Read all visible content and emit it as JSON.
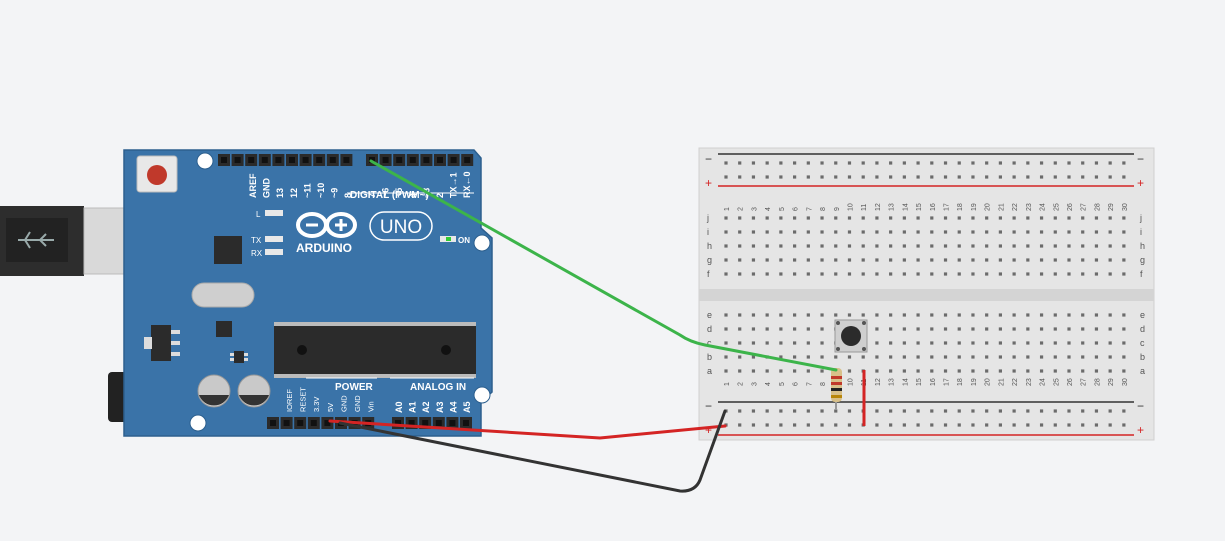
{
  "canvas": {
    "background": "#f3f4f6"
  },
  "arduino": {
    "brand": "ARDUINO",
    "model": "UNO",
    "digital_label": "DIGITAL (PWM~)",
    "digital_pins": [
      "AREF",
      "GND",
      "13",
      "12",
      "~11",
      "~10",
      "~9",
      "8",
      "7",
      "~6",
      "~5",
      "4",
      "~3",
      "2",
      "TX→1",
      "RX←0"
    ],
    "led_labels": {
      "l": "L",
      "tx": "TX",
      "rx": "RX",
      "on": "ON"
    },
    "power_label": "POWER",
    "power_pins": [
      "IOREF",
      "RESET",
      "3.3V",
      "5V",
      "GND",
      "GND",
      "Vin"
    ],
    "analog_label": "ANALOG IN",
    "analog_pins": [
      "A0",
      "A1",
      "A2",
      "A3",
      "A4",
      "A5"
    ],
    "board_color": "#3a73a8"
  },
  "breadboard": {
    "minus_sign": "−",
    "plus_sign": "+",
    "top_rows": [
      "j",
      "i",
      "h",
      "g",
      "f"
    ],
    "bottom_rows": [
      "e",
      "d",
      "c",
      "b",
      "a"
    ],
    "columns": [
      "1",
      "2",
      "3",
      "4",
      "5",
      "6",
      "7",
      "8",
      "9",
      "10",
      "11",
      "12",
      "13",
      "14",
      "15",
      "16",
      "17",
      "18",
      "19",
      "20",
      "21",
      "22",
      "23",
      "24",
      "25",
      "26",
      "27",
      "28",
      "29",
      "30"
    ]
  },
  "wires": {
    "green": "#3cb44a",
    "red": "#d42424",
    "black": "#333333"
  }
}
